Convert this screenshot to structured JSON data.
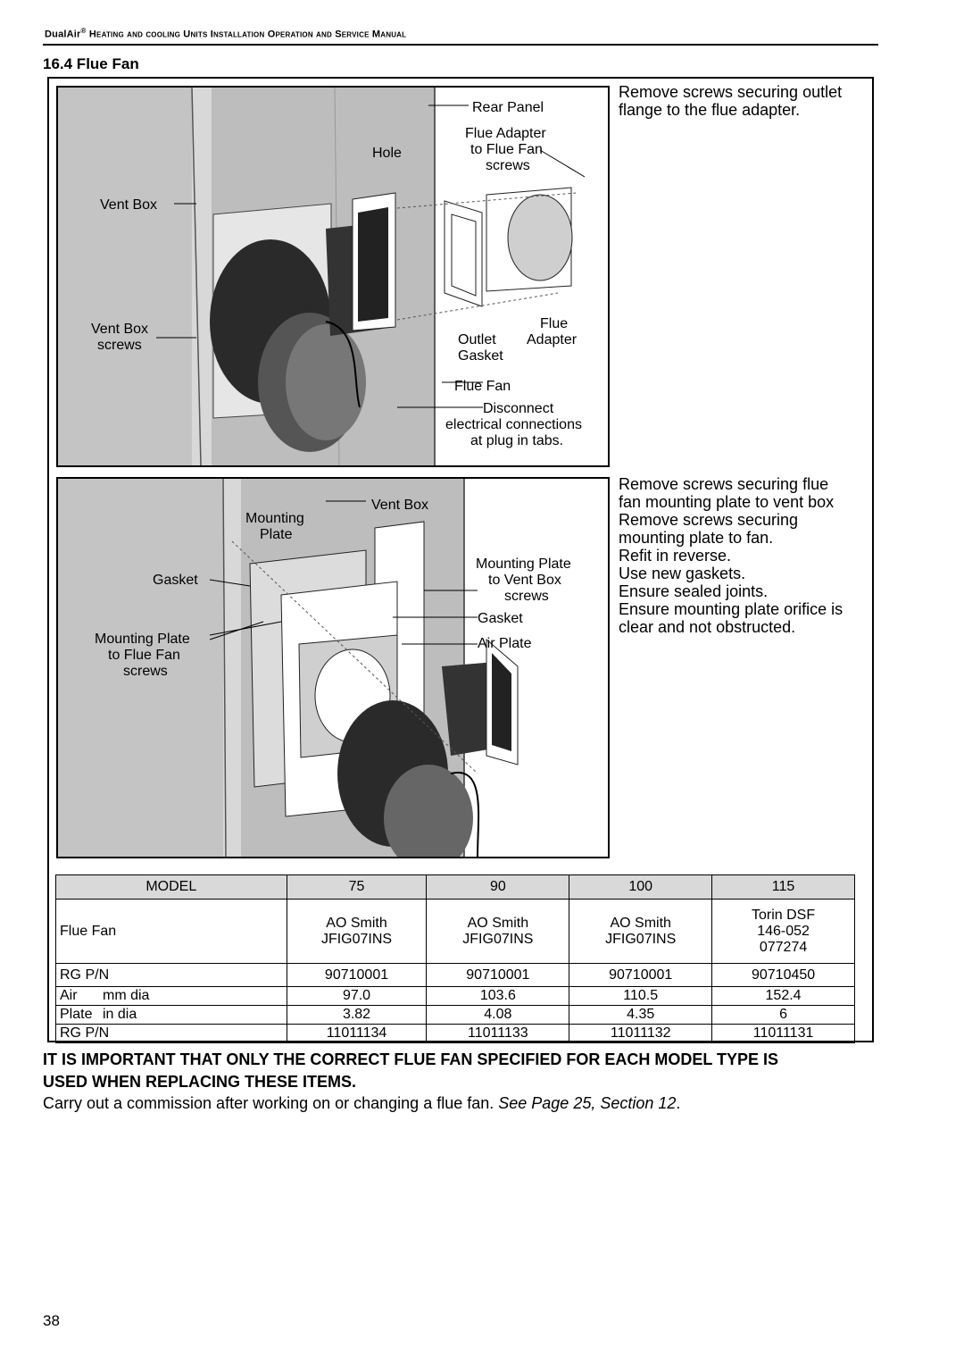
{
  "header": {
    "brand": "DualAir",
    "reg": "®",
    "title_rest": "Heating and cooling Units Installation Operation and Service Manual"
  },
  "section_title": "16.4 Flue Fan",
  "top_figure": {
    "labels": {
      "rear_panel": "Rear Panel",
      "flue_adapter_screws_1": "Flue Adapter",
      "flue_adapter_screws_2": "to Flue Fan",
      "flue_adapter_screws_3": "screws",
      "hole": "Hole",
      "vent_box": "Vent Box",
      "vent_box_screws_1": "Vent Box",
      "vent_box_screws_2": "screws",
      "outlet_gasket_1": "Outlet",
      "outlet_gasket_2": "Gasket",
      "flue_adapter_1": "Flue",
      "flue_adapter_2": "Adapter",
      "flue_fan": "Flue Fan",
      "disconnect_1": "Disconnect",
      "disconnect_2": "electrical connections",
      "disconnect_3": "at plug in tabs."
    },
    "instruction_lines": [
      "Remove screws securing outlet",
      "flange to the flue adapter."
    ]
  },
  "bottom_figure": {
    "labels": {
      "vent_box": "Vent Box",
      "mounting_plate_1": "Mounting",
      "mounting_plate_2": "Plate",
      "gasket_left": "Gasket",
      "mp_vent_1": "Mounting Plate",
      "mp_vent_2": "to Vent Box",
      "mp_vent_3": "screws",
      "gasket_right": "Gasket",
      "air_plate": "Air Plate",
      "mp_fan_1": "Mounting Plate",
      "mp_fan_2": "to Flue Fan",
      "mp_fan_3": "screws"
    },
    "instruction_lines": [
      "Remove screws securing flue",
      "fan mounting plate to vent box",
      "Remove screws securing",
      "mounting plate to fan.",
      "Refit in reverse.",
      "Use new gaskets.",
      "Ensure sealed joints.",
      "Ensure mounting plate orifice is",
      "clear and not obstructed."
    ]
  },
  "table": {
    "model_label": "MODEL",
    "models": [
      "75",
      "90",
      "100",
      "115"
    ],
    "flue_fan_label": "Flue Fan",
    "flue_fan": [
      [
        "AO Smith",
        "JFIG07INS"
      ],
      [
        "AO Smith",
        "JFIG07INS"
      ],
      [
        "AO Smith",
        "JFIG07INS"
      ],
      [
        "Torin DSF",
        "146-052",
        "077274"
      ]
    ],
    "rg_pn_label": "RG P/N",
    "rg_pn": [
      "90710001",
      "90710001",
      "90710001",
      "90710450"
    ],
    "air_label": "Air",
    "mm_dia_label": "mm dia",
    "plate_label": "Plate",
    "in_dia_label": "in dia",
    "mm_dia": [
      "97.0",
      "103.6",
      "110.5",
      "152.4"
    ],
    "in_dia": [
      "3.82",
      "4.08",
      "4.35",
      "6"
    ],
    "rg_pn2_label": "RG P/N",
    "rg_pn2": [
      "11011134",
      "11011133",
      "11011132",
      "11011131"
    ]
  },
  "warning_lines": [
    "IT IS IMPORTANT THAT ONLY THE CORRECT FLUE FAN SPECIFIED FOR EACH MODEL TYPE IS",
    "USED WHEN REPLACING THESE ITEMS."
  ],
  "note": {
    "text": "Carry out a commission after working on or changing a flue fan. ",
    "ref": "See Page 25, Section 12",
    "end": "."
  },
  "page_number": "38"
}
